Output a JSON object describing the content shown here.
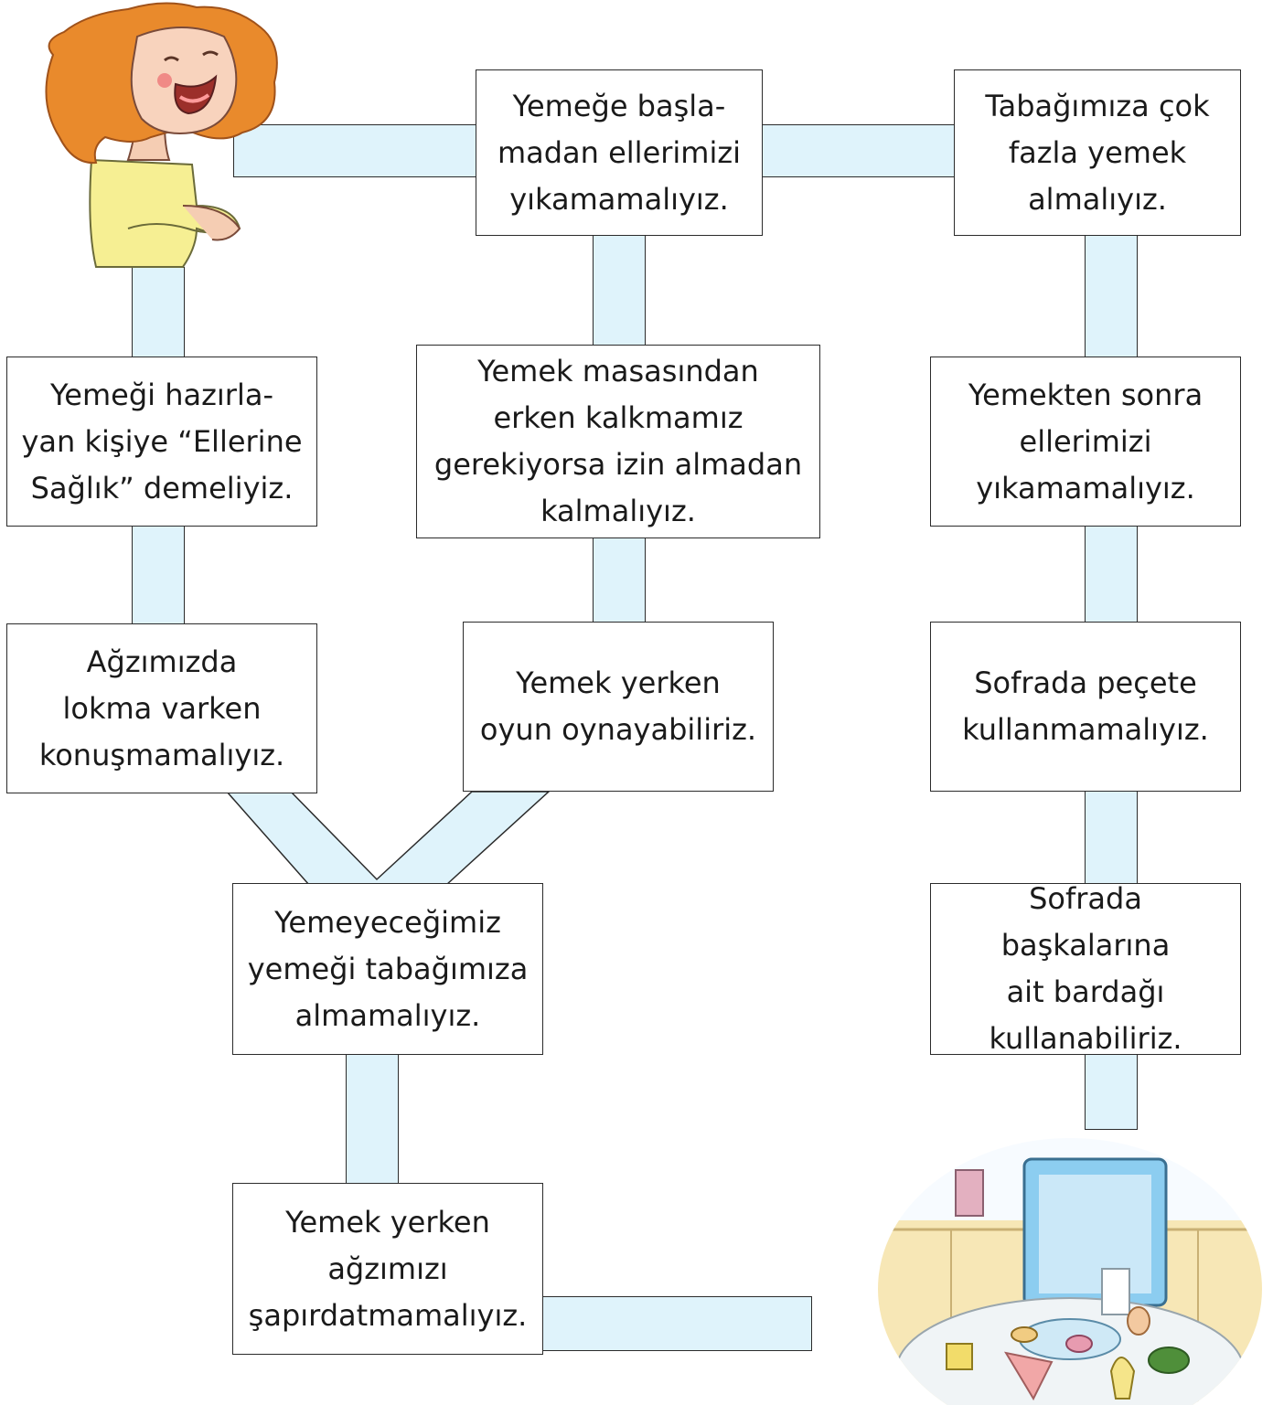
{
  "colors": {
    "path_fill": "#dff3fb",
    "outline": "#2b2b2b",
    "box_fill": "#ffffff",
    "text": "#1a1a1a"
  },
  "characters": {
    "start": "girl-character-laughing",
    "end": "dining-table-with-food"
  },
  "boxes": [
    {
      "id": "b1",
      "text": "Yemeğe başla-\nmadan ellerimizi\nyıkamamalıyız."
    },
    {
      "id": "b2",
      "text": "Tabağımıza çok\nfazla yemek\nalmalıyız."
    },
    {
      "id": "b3",
      "text": "Yemeği hazırla-\nyan kişiye “Ellerine\nSağlık” demeliyiz."
    },
    {
      "id": "b4",
      "text": "Yemek masasından\nerken kalkmamız\ngerekiyorsa izin almadan\nkalmalıyız."
    },
    {
      "id": "b5",
      "text": "Yemekten sonra\nellerimizi\nyıkamamalıyız."
    },
    {
      "id": "b6",
      "text": "Ağzımızda\nlokma varken\nkonuşmamalıyız."
    },
    {
      "id": "b7",
      "text": "Yemek yerken\noyun oynayabiliriz."
    },
    {
      "id": "b8",
      "text": "Sofrada peçete\nkullanmamalıyız."
    },
    {
      "id": "b9",
      "text": "Yemeyeceğimiz\nyemeği tabağımıza\nalmamalıyız."
    },
    {
      "id": "b10",
      "text": "Sofrada başkalarına\nait bardağı\nkullanabiliriz."
    },
    {
      "id": "b11",
      "text": "Yemek yerken\nağzımızı\nşapırdatmamalıyız."
    }
  ]
}
